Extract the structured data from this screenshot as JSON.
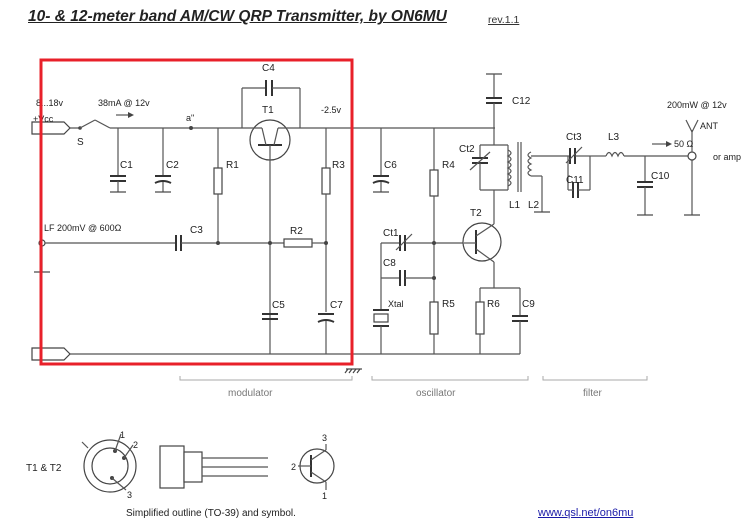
{
  "header": {
    "title": "10- & 12-meter band AM/CW QRP Transmitter, by ON6MU",
    "revision": "rev.1.1"
  },
  "labels": {
    "supply_voltage": "8...18v",
    "vcc": "+Vcc",
    "current": "38mA @ 12v",
    "switch": "S",
    "node_a": "a\"",
    "bias_voltage": "-2.5v",
    "lf_input": "LF 200mV @ 600Ω",
    "output_power": "200mW @ 12v",
    "antenna": "ANT",
    "impedance": "50 Ω",
    "or_amp": "or amp",
    "xtal": "Xtal"
  },
  "components": {
    "C1": "C1",
    "C2": "C2",
    "C3": "C3",
    "C4": "C4",
    "C5": "C5",
    "C6": "C6",
    "C7": "C7",
    "C8": "C8",
    "C9": "C9",
    "C10": "C10",
    "C11": "C11",
    "C12": "C12",
    "Ct1": "Ct1",
    "Ct2": "Ct2",
    "Ct3": "Ct3",
    "R1": "R1",
    "R2": "R2",
    "R3": "R3",
    "R4": "R4",
    "R5": "R5",
    "R6": "R6",
    "T1": "T1",
    "T2": "T2",
    "L1": "L1",
    "L2": "L2",
    "L3": "L3"
  },
  "sections": {
    "modulator": "modulator",
    "oscillator": "oscillator",
    "filter": "filter"
  },
  "footer": {
    "transistor_label": "T1 & T2",
    "outline_caption": "Simplified outline (TO-39) and symbol.",
    "pin1": "1",
    "pin2": "2",
    "pin3": "3",
    "url": "www.qsl.net/on6mu"
  },
  "highlight": {
    "color": "#e8202a"
  }
}
